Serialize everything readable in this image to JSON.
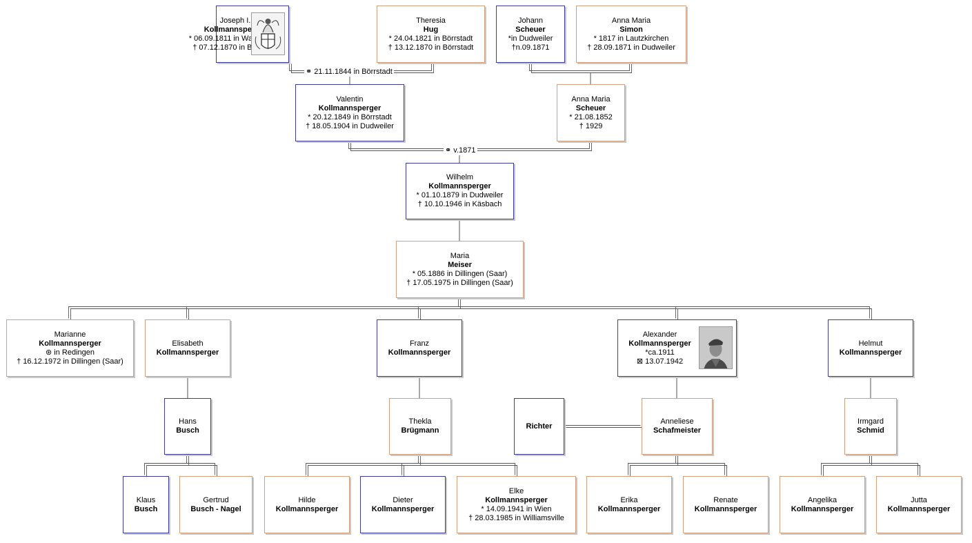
{
  "people": {
    "joseph": {
      "first": "Joseph I.",
      "last": "Kollmannsperger",
      "events": [
        "* 06.09.1811 in Wattenheim",
        "† 07.12.1870 in Börrstadt"
      ],
      "sex": "m",
      "emblem": "coat-of-arms"
    },
    "theresia": {
      "first": "Theresia",
      "last": "Hug",
      "events": [
        "* 24.04.1821 in Börrstadt",
        "† 13.12.1870 in Börrstadt"
      ],
      "sex": "f"
    },
    "johann": {
      "first": "Johann",
      "last": "Scheuer",
      "events": [
        "*in Dudweiler",
        "†n.09.1871"
      ],
      "sex": "m"
    },
    "annamaria_simon": {
      "first": "Anna Maria",
      "last": "Simon",
      "events": [
        "* 1817 in Lautzkirchen",
        "† 28.09.1871 in Dudweiler"
      ],
      "sex": "f"
    },
    "valentin": {
      "first": "Valentin",
      "last": "Kollmannsperger",
      "events": [
        "* 20.12.1849 in Börrstadt",
        "† 18.05.1904 in Dudweiler"
      ],
      "sex": "m"
    },
    "annamaria_scheuer": {
      "first": "Anna Maria",
      "last": "Scheuer",
      "events": [
        "* 21.08.1852",
        "† 1929"
      ],
      "sex": "f"
    },
    "wilhelm": {
      "first": "Wilhelm",
      "last": "Kollmannsperger",
      "events": [
        "* 01.10.1879 in Dudweiler",
        "† 10.10.1946 in Käsbach"
      ],
      "sex": "m"
    },
    "maria": {
      "first": "Maria",
      "last": "Meiser",
      "events": [
        "* 05.1886 in Dillingen (Saar)",
        "† 17.05.1975 in Dillingen (Saar)"
      ],
      "sex": "f"
    },
    "marianne": {
      "first": "Marianne",
      "last": "Kollmannsperger",
      "events": [
        "⊛ in Redingen",
        "† 16.12.1972 in Dillingen (Saar)"
      ],
      "sex": "f"
    },
    "elisabeth": {
      "first": "Elisabeth",
      "last": "Kollmannsperger",
      "events": [],
      "sex": "f"
    },
    "franz": {
      "first": "Franz",
      "last": "Kollmannsperger",
      "events": [],
      "sex": "m"
    },
    "alexander": {
      "first": "Alexander",
      "last": "Kollmannsperger",
      "events": [
        "*ca.1911",
        "⊠ 13.07.1942"
      ],
      "sex": "m",
      "emblem": "soldier-photo"
    },
    "helmut": {
      "first": "Helmut",
      "last": "Kollmannsperger",
      "events": [],
      "sex": "m"
    },
    "hans": {
      "first": "Hans",
      "last": "Busch",
      "events": [],
      "sex": "m"
    },
    "thekla": {
      "first": "Thekla",
      "last": "Brügmann",
      "events": [],
      "sex": "f"
    },
    "richter": {
      "first": "",
      "last": "Richter",
      "events": [],
      "sex": "m"
    },
    "anneliese": {
      "first": "Anneliese",
      "last": "Schafmeister",
      "events": [],
      "sex": "f"
    },
    "irmgard": {
      "first": "Irmgard",
      "last": "Schmid",
      "events": [],
      "sex": "f"
    },
    "klaus": {
      "first": "Klaus",
      "last": "Busch",
      "events": [],
      "sex": "m"
    },
    "gertrud": {
      "first": "Gertrud",
      "last": "Busch - Nagel",
      "events": [],
      "sex": "f"
    },
    "hilde": {
      "first": "Hilde",
      "last": "Kollmannsperger",
      "events": [],
      "sex": "f"
    },
    "dieter": {
      "first": "Dieter",
      "last": "Kollmannsperger",
      "events": [],
      "sex": "m"
    },
    "elke": {
      "first": "Elke",
      "last": "Kollmannsperger",
      "events": [
        "* 14.09.1941 in Wien",
        "† 28.03.1985 in Williamsville"
      ],
      "sex": "f"
    },
    "erika": {
      "first": "Erika",
      "last": "Kollmannsperger",
      "events": [],
      "sex": "f"
    },
    "renate": {
      "first": "Renate",
      "last": "Kollmannsperger",
      "events": [],
      "sex": "f"
    },
    "angelika": {
      "first": "Angelika",
      "last": "Kollmannsperger",
      "events": [],
      "sex": "f"
    },
    "jutta": {
      "first": "Jutta",
      "last": "Kollmannsperger",
      "events": [],
      "sex": "f"
    }
  },
  "marriages": {
    "joseph_theresia": {
      "symbol": "⚭",
      "text": "21.11.1844 in Börrstadt"
    },
    "valentin_annamaria": {
      "symbol": "⚭",
      "text": "v.1871"
    }
  },
  "colors": {
    "male_border": "#3b3b9a",
    "female_border": "#d2a07c",
    "line": "#555555"
  }
}
